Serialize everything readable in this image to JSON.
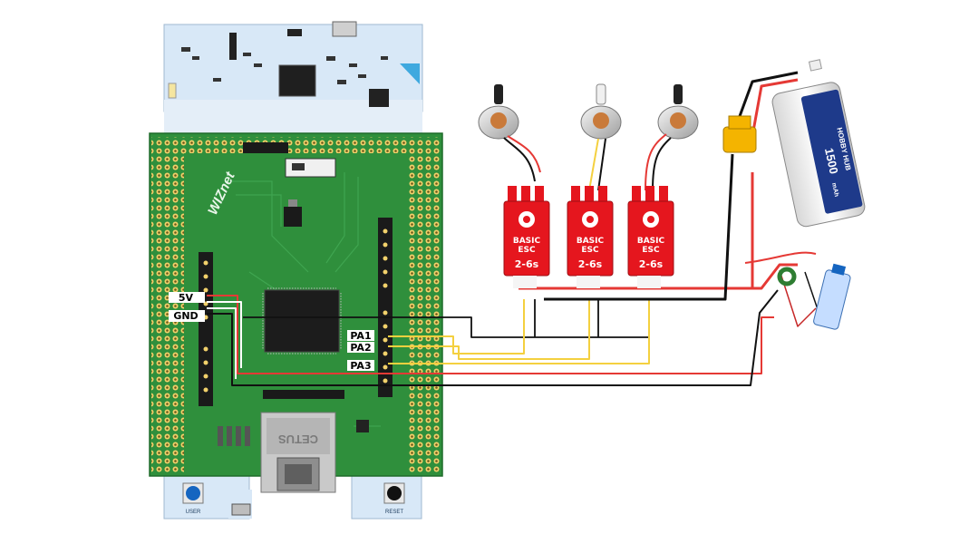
{
  "pins": {
    "v5": "5V",
    "gnd": "GND",
    "pa1": "PA1",
    "pa2": "PA2",
    "pa3": "PA3"
  },
  "escs": [
    {
      "brand": "BASIC",
      "type": "ESC",
      "cells": "2-6s"
    },
    {
      "brand": "BASIC",
      "type": "ESC",
      "cells": "2-6s"
    },
    {
      "brand": "BASIC",
      "type": "ESC",
      "cells": "2-6s"
    }
  ],
  "battery": {
    "brand": "HOBBY HUB",
    "capacity": "1500",
    "unit": "mAh"
  },
  "ethernet": {
    "label": "CETUS"
  },
  "wiznet": {
    "label": "WIZnet"
  },
  "nucleo": {
    "user_button": "USER",
    "reset_button": "RESET"
  },
  "colors": {
    "pcb_green": "#2e8b3a",
    "nucleo_blue": "#cfe3f5",
    "esc_red": "#e5161e",
    "wire_red": "#e53935",
    "wire_black": "#111111",
    "wire_yellow": "#f4d03f",
    "wire_white": "#ffffff"
  }
}
